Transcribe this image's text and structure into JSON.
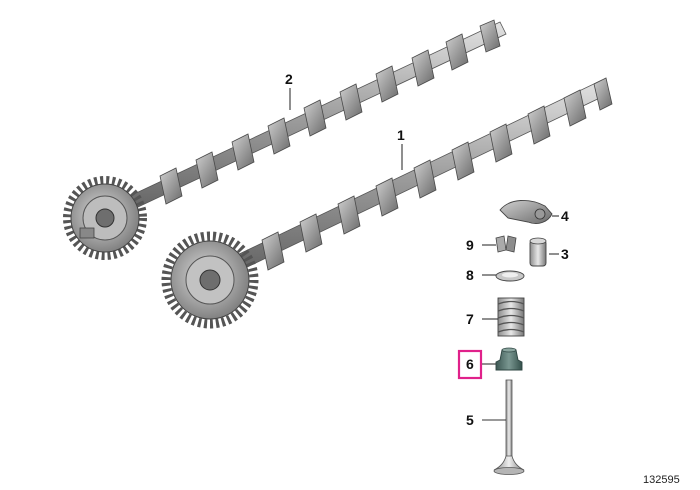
{
  "diagram": {
    "callouts": {
      "one": "1",
      "two": "2",
      "three": "3",
      "four": "4",
      "five": "5",
      "six": "6",
      "seven": "7",
      "eight": "8",
      "nine": "9"
    },
    "highlighted_callout": "6",
    "diagram_number": "132595",
    "colors": {
      "highlight": "#e0218a",
      "metal_dark": "#6f6f6f",
      "metal_mid": "#9c9c9c",
      "metal_light": "#d6d6d6",
      "seal": "#4f6f6a"
    }
  }
}
